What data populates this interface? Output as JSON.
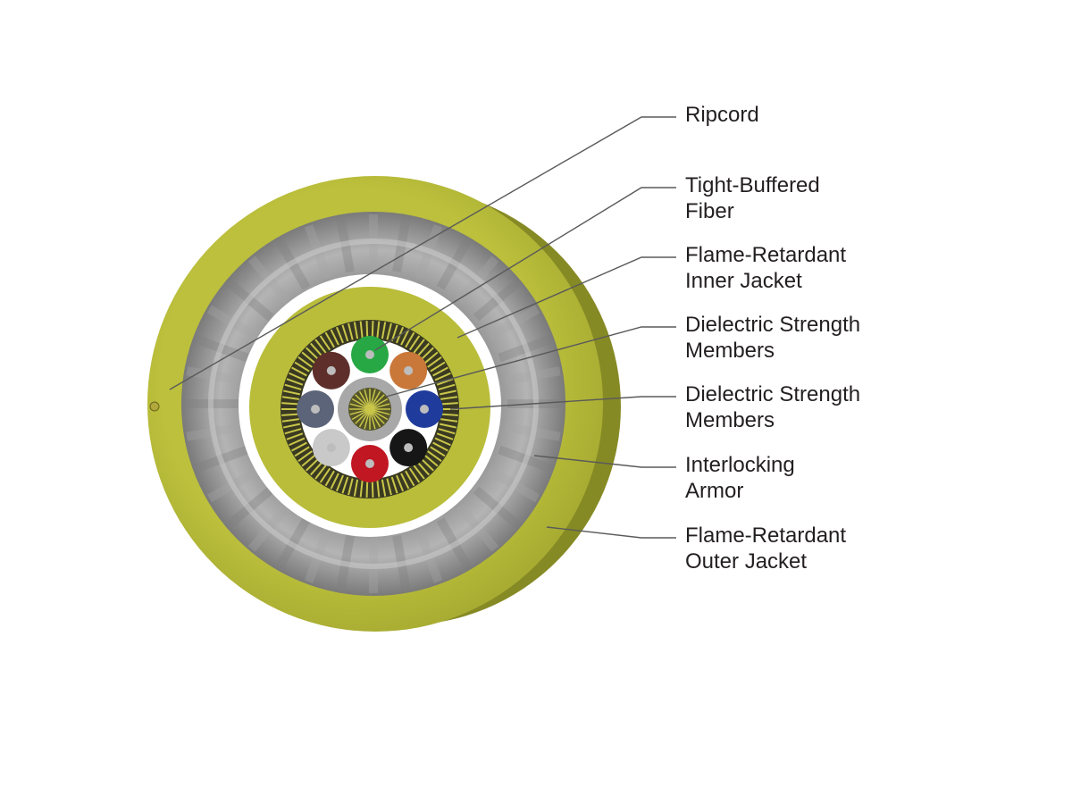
{
  "labels": [
    {
      "id": "ripcord",
      "lines": [
        "Ripcord"
      ]
    },
    {
      "id": "tight-buffered-fiber",
      "lines": [
        "Tight-Buffered",
        "Fiber"
      ]
    },
    {
      "id": "inner-jacket",
      "lines": [
        "Flame-Retardant",
        "Inner Jacket"
      ]
    },
    {
      "id": "strength-members-1",
      "lines": [
        "Dielectric Strength",
        "Members"
      ]
    },
    {
      "id": "strength-members-2",
      "lines": [
        "Dielectric Strength",
        "Members"
      ]
    },
    {
      "id": "interlocking-armor",
      "lines": [
        "Interlocking",
        "Armor"
      ]
    },
    {
      "id": "outer-jacket",
      "lines": [
        "Flame-Retardant",
        "Outer Jacket"
      ]
    }
  ],
  "colors": {
    "jacket": "#b9bd3a",
    "jacket_dark": "#8d9128",
    "armor": "#9a9a9a",
    "armor_dark": "#6f6f6f",
    "leader_line": "#5a5a5a",
    "text": "#231f20"
  },
  "fibers": [
    {
      "name": "green",
      "color": "#27a844"
    },
    {
      "name": "orange",
      "color": "#c9783a"
    },
    {
      "name": "blue",
      "color": "#1f3c9c"
    },
    {
      "name": "black",
      "color": "#161616"
    },
    {
      "name": "red",
      "color": "#c01722"
    },
    {
      "name": "white",
      "color": "#c9c9c9"
    },
    {
      "name": "slate",
      "color": "#5b6478"
    },
    {
      "name": "brown",
      "color": "#5e2f2a"
    }
  ]
}
